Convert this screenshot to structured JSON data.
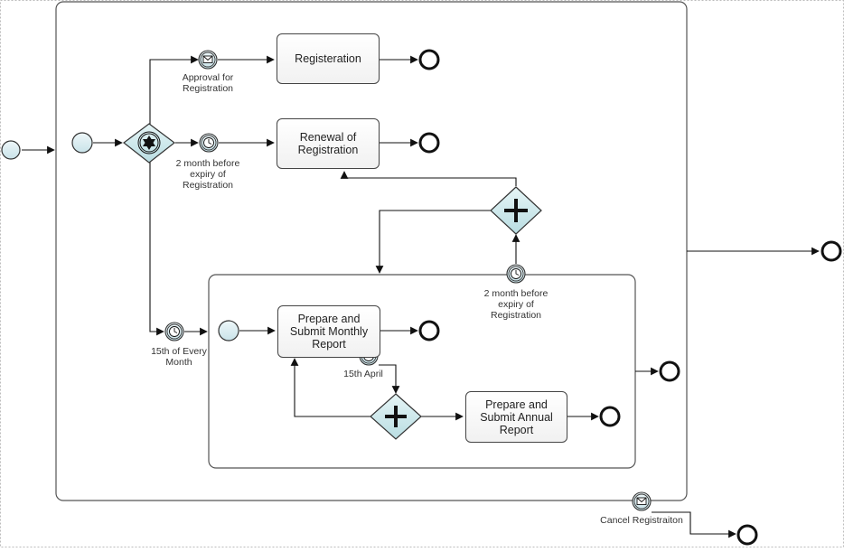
{
  "colors": {
    "stroke": "#1a1a1a",
    "event_fill": "#dcedf1",
    "gateway_fill": "#d3ebee",
    "container_stroke": "#555555"
  },
  "tasks": {
    "registration": "Registeration",
    "renewal": "Renewal of\nRegistration",
    "monthly": "Prepare and\nSubmit Monthly\nReport",
    "annual": "Prepare and\nSubmit  Annual\nReport"
  },
  "labels": {
    "approval": "Approval for\nRegistration",
    "renewal_timer": "2 month before\nexpiry of\nRegistration",
    "monthly_timer": "15th of Every\nMonth",
    "subprocess_timer": "2 month before\nexpiry of\nRegistration",
    "april_timer": "15th April",
    "cancel": "Cancel Registraiton"
  },
  "icons": {
    "start_event": "start-event-circle",
    "end_event": "end-event-circle",
    "message": "message-envelope-icon",
    "timer": "timer-clock-icon",
    "event_gateway": "event-based-gateway-icon",
    "parallel_gateway": "parallel-gateway-icon"
  }
}
